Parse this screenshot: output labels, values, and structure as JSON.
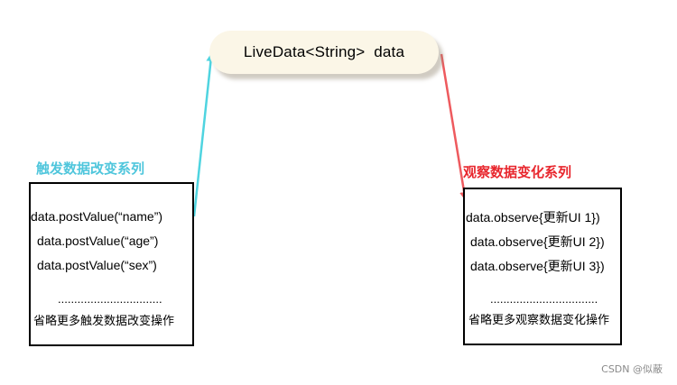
{
  "livedata_label": "LiveData<String>  data",
  "left_group": {
    "title": "触发数据改变系列",
    "title_color": "#4fc6dc",
    "lines": [
      "data.postValue(“name”)",
      "data.postValue(“age”)",
      "data.postValue(“sex”)"
    ],
    "dots": "................................",
    "note": "省略更多触发数据改变操作"
  },
  "right_group": {
    "title": "观察数据变化系列",
    "title_color": "#e8262d",
    "lines": [
      "data.observe{更新UI 1})",
      "data.observe{更新UI 2})",
      "data.observe{更新UI 3})"
    ],
    "dots": ".................................",
    "note": "省略更多观察数据变化操作"
  },
  "arrow_colors": {
    "left": "#4fd4e0",
    "right": "#ee5a5e"
  },
  "watermark": "CSDN @似蔽"
}
